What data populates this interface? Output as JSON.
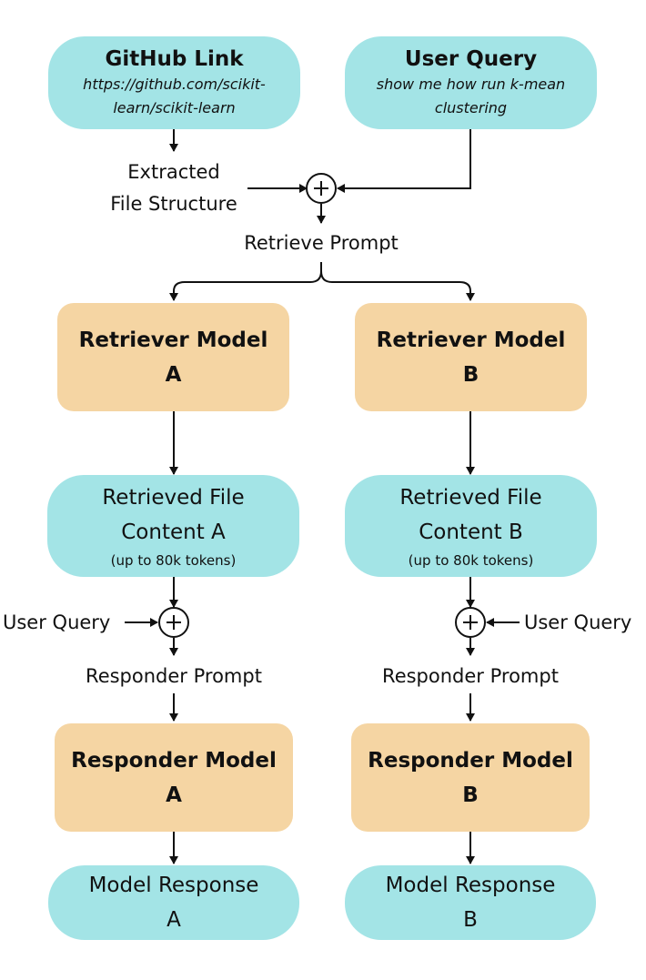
{
  "inputs": {
    "github": {
      "title": "GitHub Link",
      "line1": "https://github.com/scikit-",
      "line2": "learn/scikit-learn"
    },
    "query": {
      "title": "User Query",
      "line1": "show me how run k-mean",
      "line2": "clustering"
    }
  },
  "extracted": {
    "line1": "Extracted",
    "line2": "File Structure"
  },
  "retrieve_prompt": "Retrieve Prompt",
  "branches": [
    {
      "retriever": {
        "line1": "Retriever Model",
        "line2": "A"
      },
      "content": {
        "line1": "Retrieved File",
        "line2": "Content A",
        "note": "(up to 80k tokens)"
      },
      "user_query": "User Query",
      "responder_prompt": "Responder Prompt",
      "responder": {
        "line1": "Responder Model",
        "line2": "A"
      },
      "response": {
        "line1": "Model Response",
        "line2": "A"
      }
    },
    {
      "retriever": {
        "line1": "Retriever Model",
        "line2": "B"
      },
      "content": {
        "line1": "Retrieved File",
        "line2": "Content B",
        "note": "(up to 80k tokens)"
      },
      "user_query": "User Query",
      "responder_prompt": "Responder Prompt",
      "responder": {
        "line1": "Responder Model",
        "line2": "B"
      },
      "response": {
        "line1": "Model Response",
        "line2": "B"
      }
    }
  ],
  "colors": {
    "cyan": "#a3e4e6",
    "tan": "#f5d5a3",
    "stroke": "#111111"
  }
}
